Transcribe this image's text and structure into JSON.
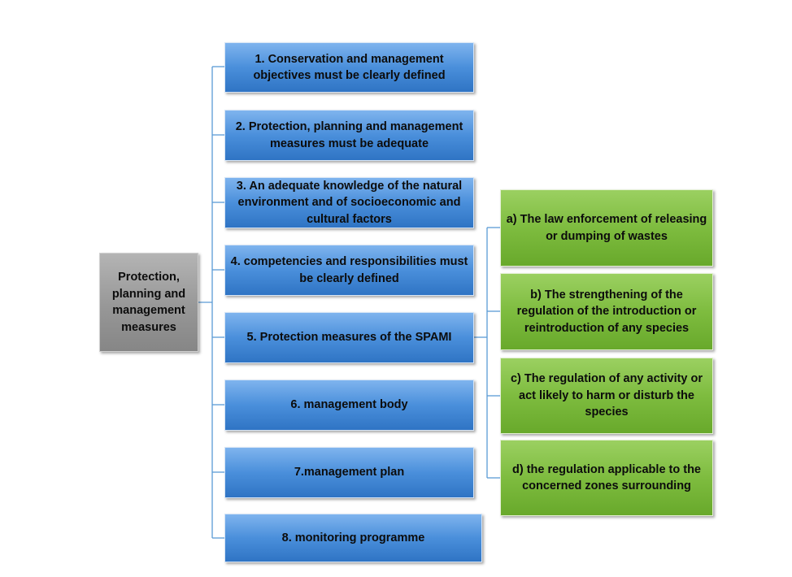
{
  "diagram": {
    "root": {
      "label": "Protection, planning and management measures"
    },
    "measures": [
      {
        "label": "1. Conservation and management objectives must be clearly defined"
      },
      {
        "label": "2. Protection, planning and management measures must be adequate"
      },
      {
        "label": "3. An adequate knowledge of the natural environment and of socioeconomic and cultural factors"
      },
      {
        "label": "4. competencies and responsibilities must be clearly defined"
      },
      {
        "label": "5. Protection measures of the SPAMI"
      },
      {
        "label": "6. management body"
      },
      {
        "label": "7.management plan"
      },
      {
        "label": "8. monitoring programme"
      }
    ],
    "spami_measures": [
      {
        "label": "a) The law enforcement of releasing or dumping of wastes"
      },
      {
        "label": "b) The strengthening of the regulation of the introduction or reintroduction of any species"
      },
      {
        "label": "c) The regulation of any activity or act likely to harm or disturb the species"
      },
      {
        "label": "d) the regulation applicable to the concerned  zones surrounding"
      }
    ],
    "colors": {
      "root_fill": "#979797",
      "measure_fill": "#4a8fdb",
      "spami_fill": "#7ebc3f",
      "connector": "#5b9bd5"
    }
  }
}
